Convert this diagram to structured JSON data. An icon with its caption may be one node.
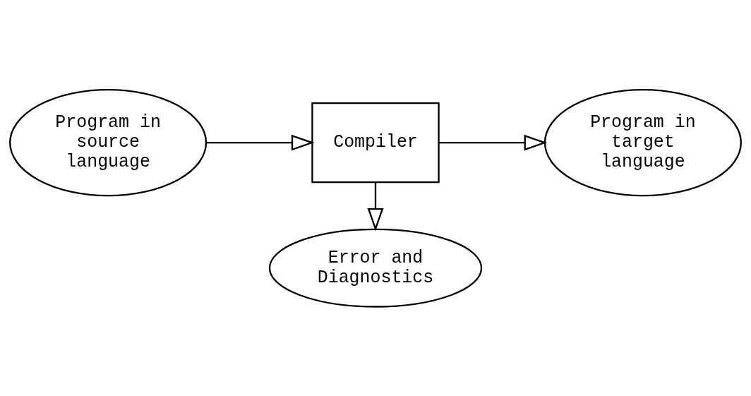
{
  "diagram": {
    "nodes": [
      {
        "text": [
          "Program in source language"
        ]
      },
      {
        "text": [
          "Compiler"
        ]
      },
      {
        "text": [
          "Error and Diagnostics"
        ]
      },
      {
        "text": [
          "Program in target language"
        ]
      }
    ],
    "edges": [
      {
        "from": 0,
        "to": 1,
        "arrow": "to"
      },
      {
        "from": 1,
        "to": 2,
        "arrow": "to"
      },
      {
        "from": 1,
        "to": 3,
        "arrow": "to"
      }
    ]
  }
}
